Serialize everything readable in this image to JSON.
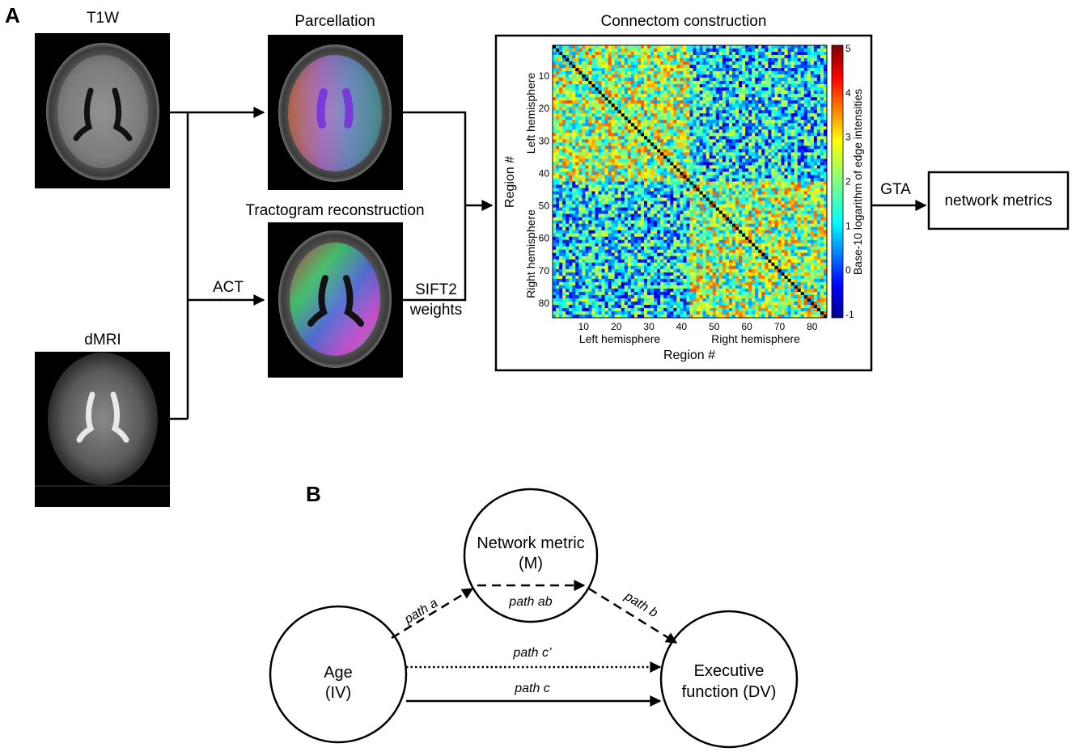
{
  "panel_a": {
    "label": "A",
    "images": {
      "t1w": "T1W",
      "parcellation": "Parcellation",
      "tractogram": "Tractogram reconstruction",
      "dmri": "dMRI"
    },
    "edges": {
      "act": "ACT",
      "sift2_line1": "SIFT2",
      "sift2_line2": "weights",
      "gta": "GTA"
    },
    "connectome": {
      "title": "Connectom construction",
      "xlabel": "Region #",
      "ylabel": "Region #",
      "x_left_hemi": "Left hemisphere",
      "x_right_hemi": "Right hemisphere",
      "y_left_hemi": "Left hemisphere",
      "y_right_hemi": "Right hemisphere",
      "colorbar_label": "Base-10 logarithm of edge intensities"
    },
    "output": "network metrics"
  },
  "chart_data": {
    "type": "heatmap",
    "n_regions": 84,
    "x_ticks": [
      "10",
      "20",
      "30",
      "40",
      "50",
      "60",
      "70",
      "80"
    ],
    "y_ticks": [
      "10",
      "20",
      "30",
      "40",
      "50",
      "60",
      "70",
      "80"
    ],
    "colorbar_ticks": [
      "5",
      "4",
      "3",
      "2",
      "1",
      "0",
      "-1"
    ],
    "colorbar_range": [
      -1,
      5
    ],
    "colormap": "jet",
    "xlabel": "Region #",
    "ylabel": "Region #"
  },
  "panel_b": {
    "label": "B",
    "nodes": {
      "mediator_line1": "Network metric",
      "mediator_line2": "(M)",
      "iv_line1": "Age",
      "iv_line2": "(IV)",
      "dv_line1": "Executive",
      "dv_line2": "function (DV)"
    },
    "paths": {
      "a": "path a",
      "ab": "path ab",
      "b": "path b",
      "c_prime": "path c’",
      "c": "path c"
    }
  }
}
